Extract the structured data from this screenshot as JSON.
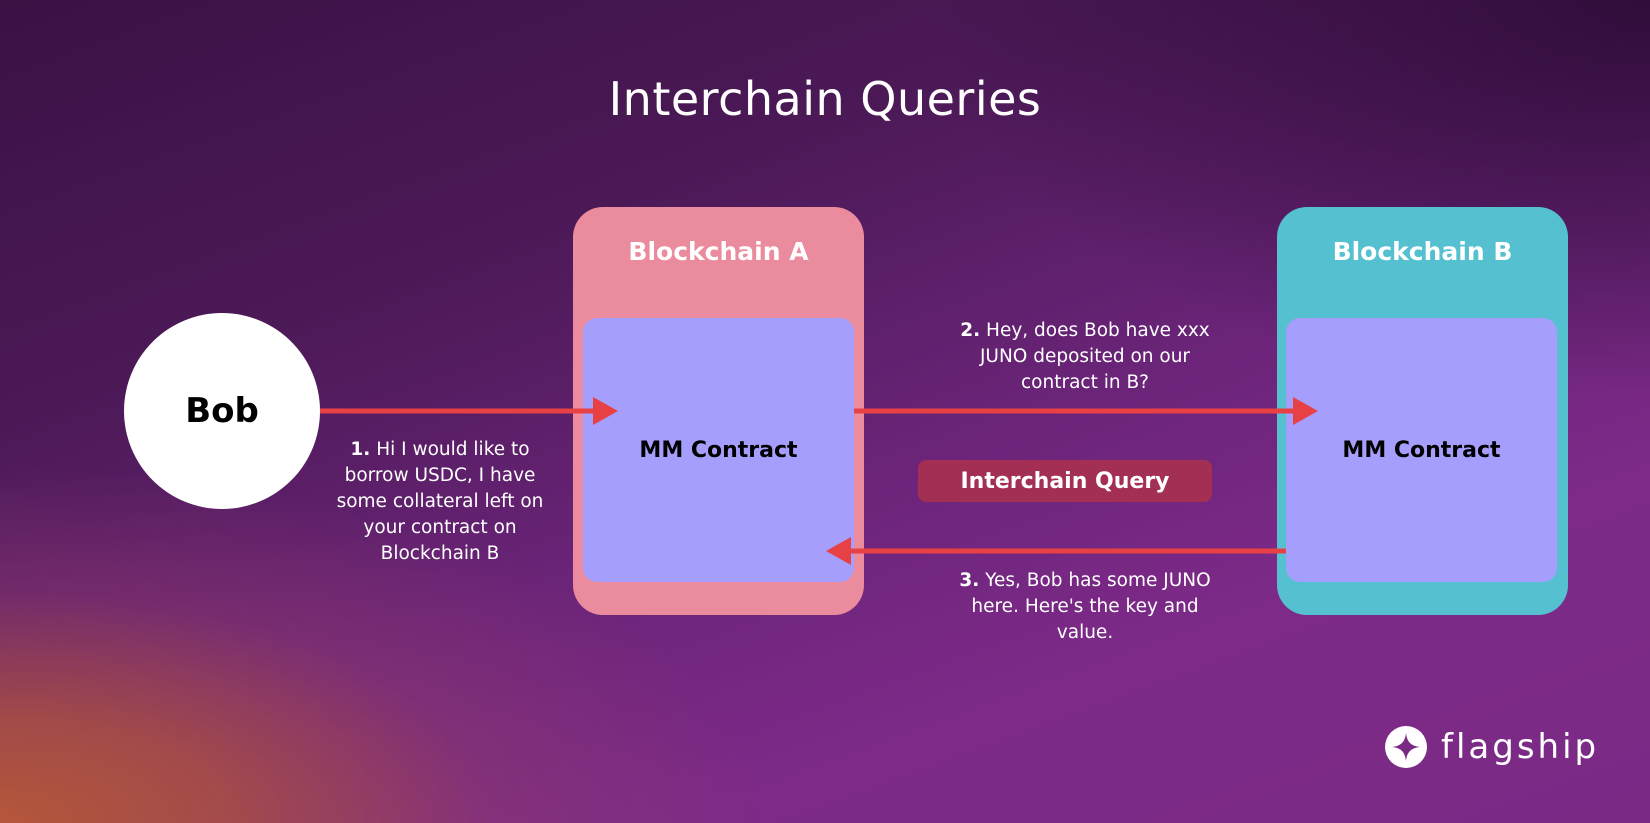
{
  "title": "Interchain Queries",
  "actor": {
    "label": "Bob"
  },
  "chains": [
    {
      "title": "Blockchain A",
      "contract_label": "MM Contract",
      "color": "#eb8b9e"
    },
    {
      "title": "Blockchain B",
      "contract_label": "MM Contract",
      "color": "#55c1d0"
    }
  ],
  "contract_color": "#a59efc",
  "arrow_color": "#e84145",
  "steps": [
    {
      "number": "1.",
      "text": "Hi I would like to borrow USDC, I have some collateral left on your contract on Blockchain B",
      "from": "Bob",
      "to": "Blockchain A MM Contract"
    },
    {
      "number": "2.",
      "text": "Hey, does Bob have xxx JUNO deposited on our contract in B?",
      "from": "Blockchain A MM Contract",
      "to": "Blockchain B MM Contract"
    },
    {
      "number": "3.",
      "text": "Yes, Bob has some JUNO here. Here's the key and value.",
      "from": "Blockchain B MM Contract",
      "to": "Blockchain A MM Contract"
    }
  ],
  "query_badge": {
    "label": "Interchain Query",
    "color": "#a33054"
  },
  "brand": {
    "name": "flagship",
    "icon": "four-point-star-icon"
  }
}
